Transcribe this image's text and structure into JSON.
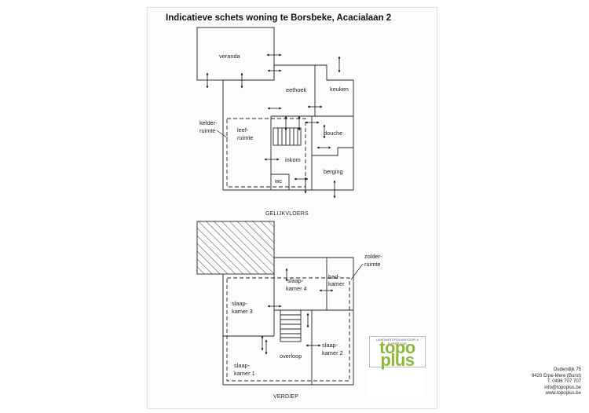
{
  "title": "Indicatieve schets woning te Borsbeke, Acacialaan 2",
  "floors": {
    "ground": "GELIJKVLOERS",
    "upper": "VERDIEP"
  },
  "rooms": {
    "veranda": "veranda",
    "eethoek": "eethoek",
    "keuken": "keuken",
    "leefruimte_1": "leef-",
    "leefruimte_2": "ruimte",
    "kelderruimte_1": "kelder-",
    "kelderruimte_2": "ruimte",
    "douche": "douche",
    "inkom": "inkom",
    "berging": "berging",
    "wc": "wc",
    "zolderruimte_1": "zolder-",
    "zolderruimte_2": "ruimte",
    "slaapkamer4_1": "slaap-",
    "slaapkamer4_2": "kamer  4",
    "badkamer_1": "bad-",
    "badkamer_2": "kamer",
    "slaapkamer3_1": "slaap-",
    "slaapkamer3_2": "kamer  3",
    "slaapkamer2_1": "slaap-",
    "slaapkamer2_2": "kamer  2",
    "overloop": "overloop",
    "slaapkamer1_1": "slaap-",
    "slaapkamer1_2": "kamer  1"
  },
  "logo": {
    "tagline": "LANDMETERSKANTOOR & EXPERTISE",
    "word1": "topo",
    "word2": "plus",
    "color": "#8cb83a"
  },
  "address": {
    "street": "Oudendijk 75",
    "city": "9420 Erpe-Mere (Burst)",
    "phone": "T. 0496 707 707",
    "email": "info@topoplus.be",
    "web": "www.topoplus.be"
  }
}
